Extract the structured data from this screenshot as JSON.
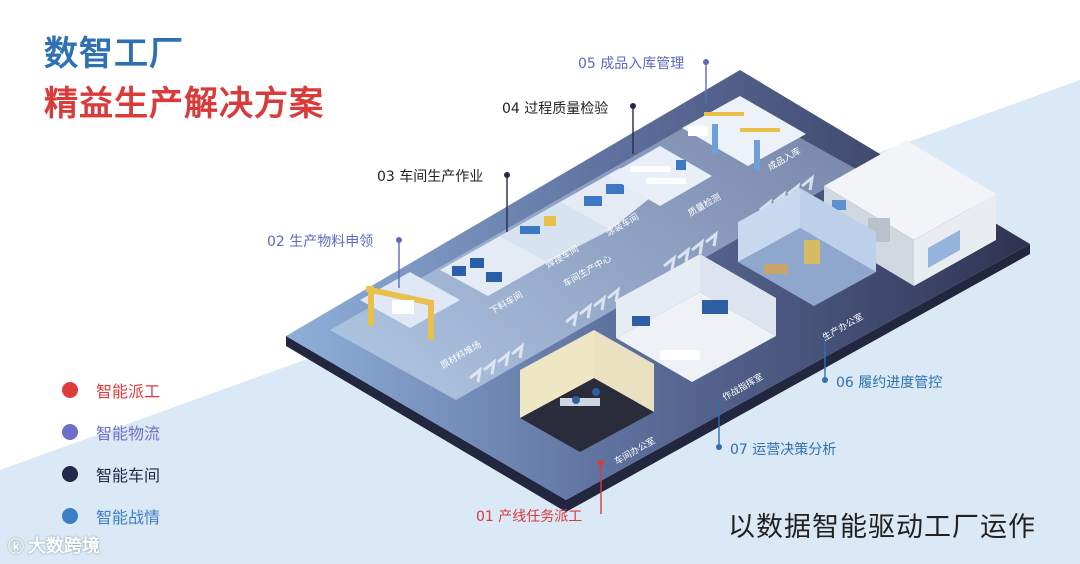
{
  "title": {
    "line1": "数智工厂",
    "line2": "精益生产解决方案"
  },
  "legend": [
    {
      "label": "智能派工",
      "color": "#e03b3b"
    },
    {
      "label": "智能物流",
      "color": "#6e6fc9"
    },
    {
      "label": "智能车间",
      "color": "#23294a"
    },
    {
      "label": "智能战情",
      "color": "#3b7fc4"
    }
  ],
  "callouts": [
    {
      "label": "01 产线任务派工",
      "color": "#d93a3a"
    },
    {
      "label": "02 生产物料申领",
      "color": "#5b6bbf"
    },
    {
      "label": "03 车间生产作业",
      "color": "#222222"
    },
    {
      "label": "04 过程质量检验",
      "color": "#222222"
    },
    {
      "label": "05 成品入库管理",
      "color": "#5b6bbf"
    },
    {
      "label": "06 履约进度管控",
      "color": "#2f6fb4"
    },
    {
      "label": "07 运营决策分析",
      "color": "#2f6fb4"
    }
  ],
  "zones": {
    "raw_material": "原材料堆场",
    "workshop_center": "车间生产中心",
    "cutting": "下料车间",
    "welding": "焊接车间",
    "paint": "涂装车间",
    "quality": "质量检测",
    "warehouse": "成品入库",
    "workshop_office": "车间办公室",
    "war_room": "作战指挥室",
    "production_office": "生产办公室"
  },
  "tagline": "以数据智能驱动工厂运作",
  "watermark": "大数跨境",
  "colors": {
    "blue_title": "#2f6fb4",
    "red_title": "#d93a3a",
    "board_light": "#7f97bf",
    "board_dark": "#2e3150",
    "backdrop": "#d6e6f4"
  }
}
